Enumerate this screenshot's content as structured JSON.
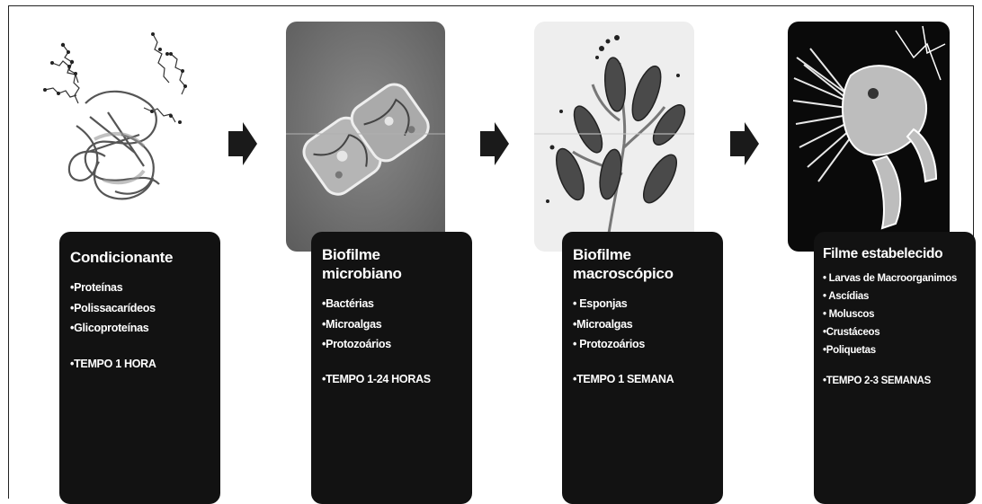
{
  "stages": [
    {
      "title_lines": [
        "Condicionante"
      ],
      "items": [
        "•Proteínas",
        "•Polissacarídeos",
        "•Glicoproteínas"
      ],
      "time": "•TEMPO 1 HORA",
      "image_icon": "protein-structure-image"
    },
    {
      "title_lines": [
        "Biofilme",
        "microbiano"
      ],
      "items": [
        "•Bactérias",
        "•Microalgas",
        "•Protozoários"
      ],
      "time": "•TEMPO 1-24 HORAS",
      "image_icon": "diatom-micrograph-image"
    },
    {
      "title_lines": [
        "Biofilme",
        "macroscópico"
      ],
      "items": [
        "• Esponjas",
        "•Microalgas",
        "• Protozoários"
      ],
      "time": "•TEMPO 1 SEMANA",
      "image_icon": "stalked-protozoa-image"
    },
    {
      "title_lines": [
        "Filme estabelecido"
      ],
      "items": [
        "• Larvas de Macroorganimos",
        "• Ascídias",
        "• Moluscos",
        "•Crustáceos",
        "•Poliquetas"
      ],
      "time": "•TEMPO 2-3 SEMANAS",
      "image_icon": "barnacle-larva-image"
    }
  ],
  "arrows": [
    "arrow-right-icon",
    "arrow-right-icon",
    "arrow-right-icon"
  ],
  "colors": {
    "card": "#121212",
    "text": "#ffffff",
    "arrow": "#1a1a1a"
  }
}
